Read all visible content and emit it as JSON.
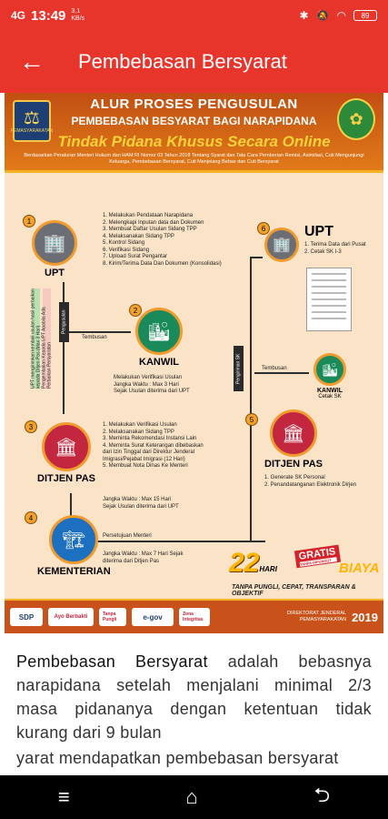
{
  "status_bar": {
    "signal": "4G",
    "time": "13:49",
    "speed": "3,1 KB/s",
    "battery": "89",
    "icons": [
      "bluetooth-icon",
      "mute-icon",
      "wifi-icon",
      "battery-icon"
    ]
  },
  "app_bar": {
    "back_icon": "arrow-left-icon",
    "title": "Pembebasan Bersyarat"
  },
  "poster": {
    "title_line1": "ALUR PROSES PENGUSULAN",
    "title_line2": "PEMBEBASAN BESYARAT BAGI NARAPIDANA",
    "title_line3": "Tindak Pidana Khusus Secara Online",
    "basis": "Berdasarkan Peraturan Menteri Hukum dan HAM RI Nomor 03 Tahun 2018 Tentang Syarat dan Tata Cara Pemberian Remisi, Asimilasi, Cuti Mengunjungi Keluarga, Pembebasan Bersyarat, Cuti Menjelang Bebas dan Cuti Bersyarat",
    "logo_left": "PEMASYARAKATAN",
    "nodes": {
      "upt_top": {
        "num": "1",
        "label": "UPT"
      },
      "kanwil": {
        "num": "2",
        "label": "KANWIL"
      },
      "ditjen_pas_left": {
        "num": "3",
        "label": "DITJEN PAS"
      },
      "kementerian": {
        "num": "4",
        "label": "KEMENTERIAN"
      },
      "ditjen_pas_right": {
        "num": "5",
        "label": "DITJEN PAS"
      },
      "upt_right": {
        "num": "6",
        "label": "UPT"
      },
      "kanwil_right": {
        "label": "KANWIL",
        "sub": "Cetak SK"
      }
    },
    "upt_steps": [
      "1. Melakukan Pendataan Narapidana",
      "2. Melengkapi Inputan data dan Dokumen",
      "3. Membuat Daftar Usulan Sidang TPP",
      "4. Melaksanakan Sidang TPP",
      "5. Kontrol Sidang",
      "6. Verifikasi Sidang",
      "7. Upload Surat Pengantar",
      "8. Kirim/Terima Data Dan Dokumen (Konsolidasi)"
    ],
    "tembusan": "Tembusan",
    "pengusulan": "Pengusulan",
    "pengiriman_sk": "Pengiriman SK",
    "kanwil_note": [
      "Melakukan Verifikasi Usulan",
      "Jangka Waktu : Max 3 Hari",
      "Sejak Usulan diterima dari UPT"
    ],
    "upt_side_note": "UPT mengirimkan kembali usulan hasil perbaikan kepada Ditjen Pas (Max 3 Hari)",
    "perbaikan_note": "Pengembalian Kepada UPT Apabila Ada Perbaikan Persyaratan",
    "ditjen_steps": [
      "1. Melakukan Verifikasi Usulan",
      "2. Melaksanakan Sidang TPP",
      "3. Meminta Rekomendasi Instansi Lain",
      "4. Meminta Surat Keterangan dibebaskan",
      "   dari Izin Tinggal dari Direktur Jenderal",
      "   Imigrasi/Pejabat Imigrasi  (12 Hari)",
      "5. Membuat Nota Dinas Ke Menteri"
    ],
    "ditjen_note": [
      "Jangka Waktu : Max 15 Hari",
      "Sejak Usulan diterima dari UPT"
    ],
    "upt_right_steps": [
      "1. Terima Data dari Pusat",
      "2. Cetak SK I-3"
    ],
    "ditjen_right_steps": [
      "1. Generate SK Personal",
      "2. Penandatanganan Elektronik Dirjen"
    ],
    "persetujuan": "Persetujuan Menteri",
    "kementerian_note": [
      "Jangka Waktu : Max 7 Hari Sejak",
      "diterima dari Ditjen Pas"
    ],
    "promo_number": "22",
    "promo_hari": "HARI",
    "promo_gratis": "GRATIS",
    "promo_tanpa_dipungut": "TANPA DIPUNGUT",
    "promo_biaya": "BIAYA",
    "promo_tagline": "TANPA PUNGLI, CEPAT, TRANSPARAN & OBJEKTIF",
    "footer_logos": [
      "SDP",
      "Ayo Berbakti",
      "Tanpa Pungli",
      "e-gov",
      "Zona Integritas"
    ],
    "footer_text": "DIREKTORAT JENDERAL PEMASYARAKATAN",
    "footer_year": "2019"
  },
  "content": {
    "term": "Pembebasan Bersyarat",
    "definition": " adalah bebasnya narapidana setelah menjalani minimal 2/3 masa pidananya dengan ketentuan tidak kurang dari 9 bulan",
    "next_line": "yarat mendapatkan pembebasan bersyarat"
  },
  "nav_bar": {
    "menu": "≡",
    "home": "⌂",
    "back": "⮌",
    "icons": [
      "recent-apps-icon",
      "home-icon",
      "back-icon"
    ]
  }
}
